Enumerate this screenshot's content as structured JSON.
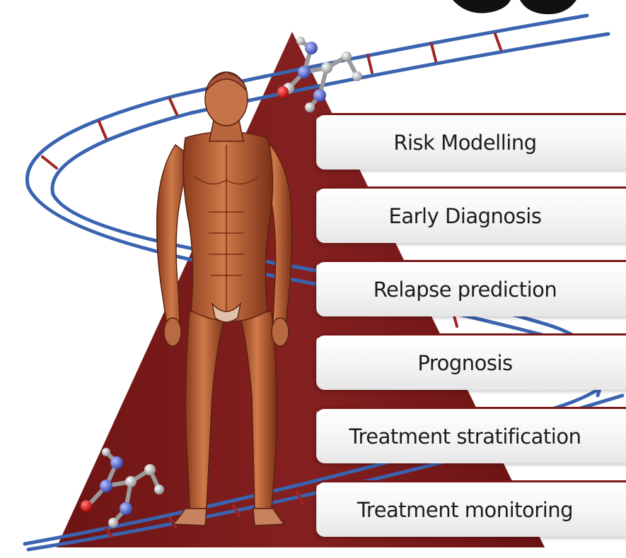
{
  "stages": [
    {
      "label": "Risk Modelling"
    },
    {
      "label": "Early Diagnosis"
    },
    {
      "label": "Relapse prediction"
    },
    {
      "label": "Prognosis"
    },
    {
      "label": "Treatment stratification"
    },
    {
      "label": "Treatment monitoring"
    }
  ],
  "colors": {
    "pyramid": "#7d1b1b",
    "helix_strand": "#3a63b0",
    "helix_rung": "#a02424",
    "box_border": "#7a1818",
    "text": "#1c1c1c"
  },
  "icons": [
    "human-anatomy-figure-icon",
    "molecule-icon"
  ]
}
